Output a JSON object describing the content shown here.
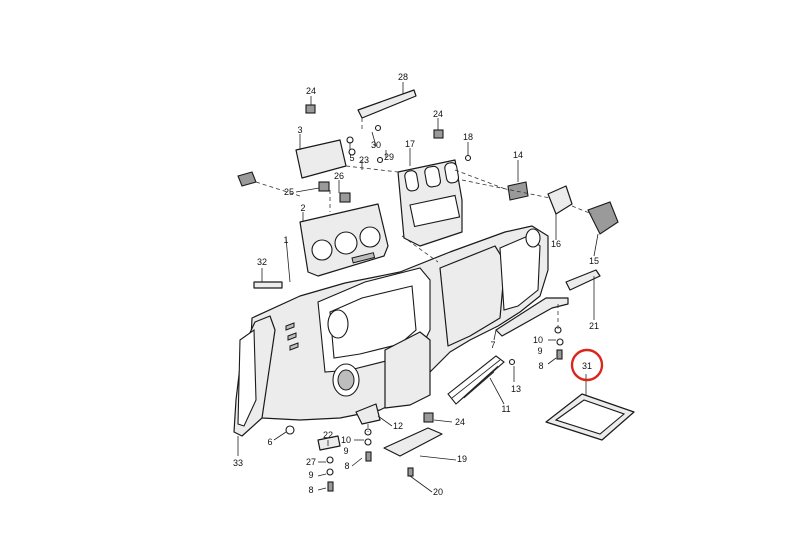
{
  "callouts": [
    {
      "id": "c24a",
      "text": "24"
    },
    {
      "id": "c28",
      "text": "28"
    },
    {
      "id": "c3",
      "text": "3"
    },
    {
      "id": "c5",
      "text": "5"
    },
    {
      "id": "c30",
      "text": "30"
    },
    {
      "id": "c23",
      "text": "23"
    },
    {
      "id": "c29",
      "text": "29"
    },
    {
      "id": "c24b",
      "text": "24"
    },
    {
      "id": "c18",
      "text": "18"
    },
    {
      "id": "c17",
      "text": "17"
    },
    {
      "id": "c14",
      "text": "14"
    },
    {
      "id": "c26",
      "text": "26"
    },
    {
      "id": "c25",
      "text": "25"
    },
    {
      "id": "c2",
      "text": "2"
    },
    {
      "id": "c16",
      "text": "16"
    },
    {
      "id": "c1",
      "text": "1"
    },
    {
      "id": "c32",
      "text": "32"
    },
    {
      "id": "c15",
      "text": "15"
    },
    {
      "id": "c21",
      "text": "21"
    },
    {
      "id": "c7",
      "text": "7"
    },
    {
      "id": "c10a",
      "text": "10"
    },
    {
      "id": "c9a",
      "text": "9"
    },
    {
      "id": "c8a",
      "text": "8"
    },
    {
      "id": "c31",
      "text": "31"
    },
    {
      "id": "c13",
      "text": "13"
    },
    {
      "id": "c11",
      "text": "11"
    },
    {
      "id": "c12",
      "text": "12"
    },
    {
      "id": "c24c",
      "text": "24"
    },
    {
      "id": "c22",
      "text": "22"
    },
    {
      "id": "c10b",
      "text": "10"
    },
    {
      "id": "c9b",
      "text": "9"
    },
    {
      "id": "c8b",
      "text": "8"
    },
    {
      "id": "c27",
      "text": "27"
    },
    {
      "id": "c9c",
      "text": "9"
    },
    {
      "id": "c8c",
      "text": "8"
    },
    {
      "id": "c19",
      "text": "19"
    },
    {
      "id": "c20",
      "text": "20"
    },
    {
      "id": "c6",
      "text": "6"
    },
    {
      "id": "c33",
      "text": "33"
    }
  ],
  "highlight": {
    "callout": "31",
    "color": "#d9271c"
  }
}
